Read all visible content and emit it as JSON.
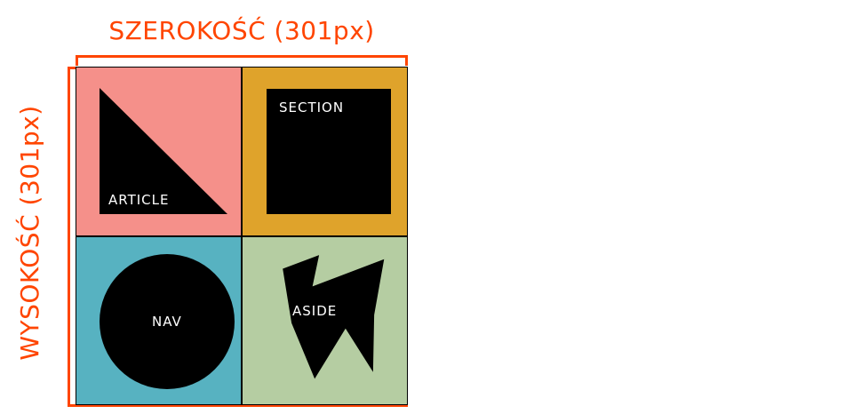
{
  "dimension_labels": {
    "width": "SZEROKOŚĆ (301px)",
    "height": "WYSOKOŚĆ (301px)"
  },
  "colors": {
    "measure_accent": "#ff4500",
    "shape_fill": "#000000",
    "shape_label_text": "#ffffff",
    "article_bg": "#f5908a",
    "section_bg": "#dfa32b",
    "nav_bg": "#57b2c1",
    "aside_bg": "#b5cda2",
    "page_bg": "#ffffff"
  },
  "quadrants": {
    "article": {
      "label": "ARTICLE",
      "shape": "right-triangle"
    },
    "section": {
      "label": "SECTION",
      "shape": "square"
    },
    "nav": {
      "label": "NAV",
      "shape": "circle"
    },
    "aside": {
      "label": "ASIDE",
      "shape": "jagged-polygon"
    }
  }
}
